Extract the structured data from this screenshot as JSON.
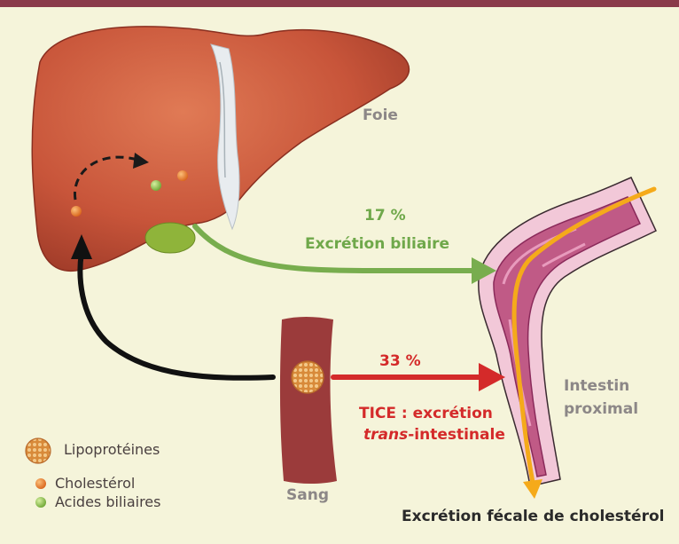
{
  "colors": {
    "background": "#f5f4da",
    "top_bar": "#8a3a4a",
    "liver": "#c8553a",
    "gallbladder": "#8fb43a",
    "biliary_arrow": "#78ad4e",
    "tice_arrow": "#d42a2a",
    "return_arrow": "#111111",
    "blood_vessel": "#9b3b3b",
    "intestine": "#c05a86",
    "intestine_path": "#f5aa1a",
    "cholesterol_dot": "#e8792a",
    "bile_acid_dot": "#8fc049"
  },
  "labels": {
    "liver": "Foie",
    "biliary_percent": "17 %",
    "biliary_label": "Excrétion biliaire",
    "tice_percent": "33 %",
    "tice_line1": "TICE : excrétion",
    "tice_line2_italic": "trans",
    "tice_line2_rest": "-intestinale",
    "intestine_line1": "Intestin",
    "intestine_line2": "proximal",
    "blood": "Sang",
    "fecal": "Excrétion fécale de cholestérol"
  },
  "legend": [
    {
      "icon": "lipoprotein-icon",
      "label": "Lipoprotéines"
    },
    {
      "icon": "cholesterol-dot-icon",
      "label": "Cholestérol"
    },
    {
      "icon": "bile-acid-dot-icon",
      "label": "Acides biliaires"
    }
  ]
}
